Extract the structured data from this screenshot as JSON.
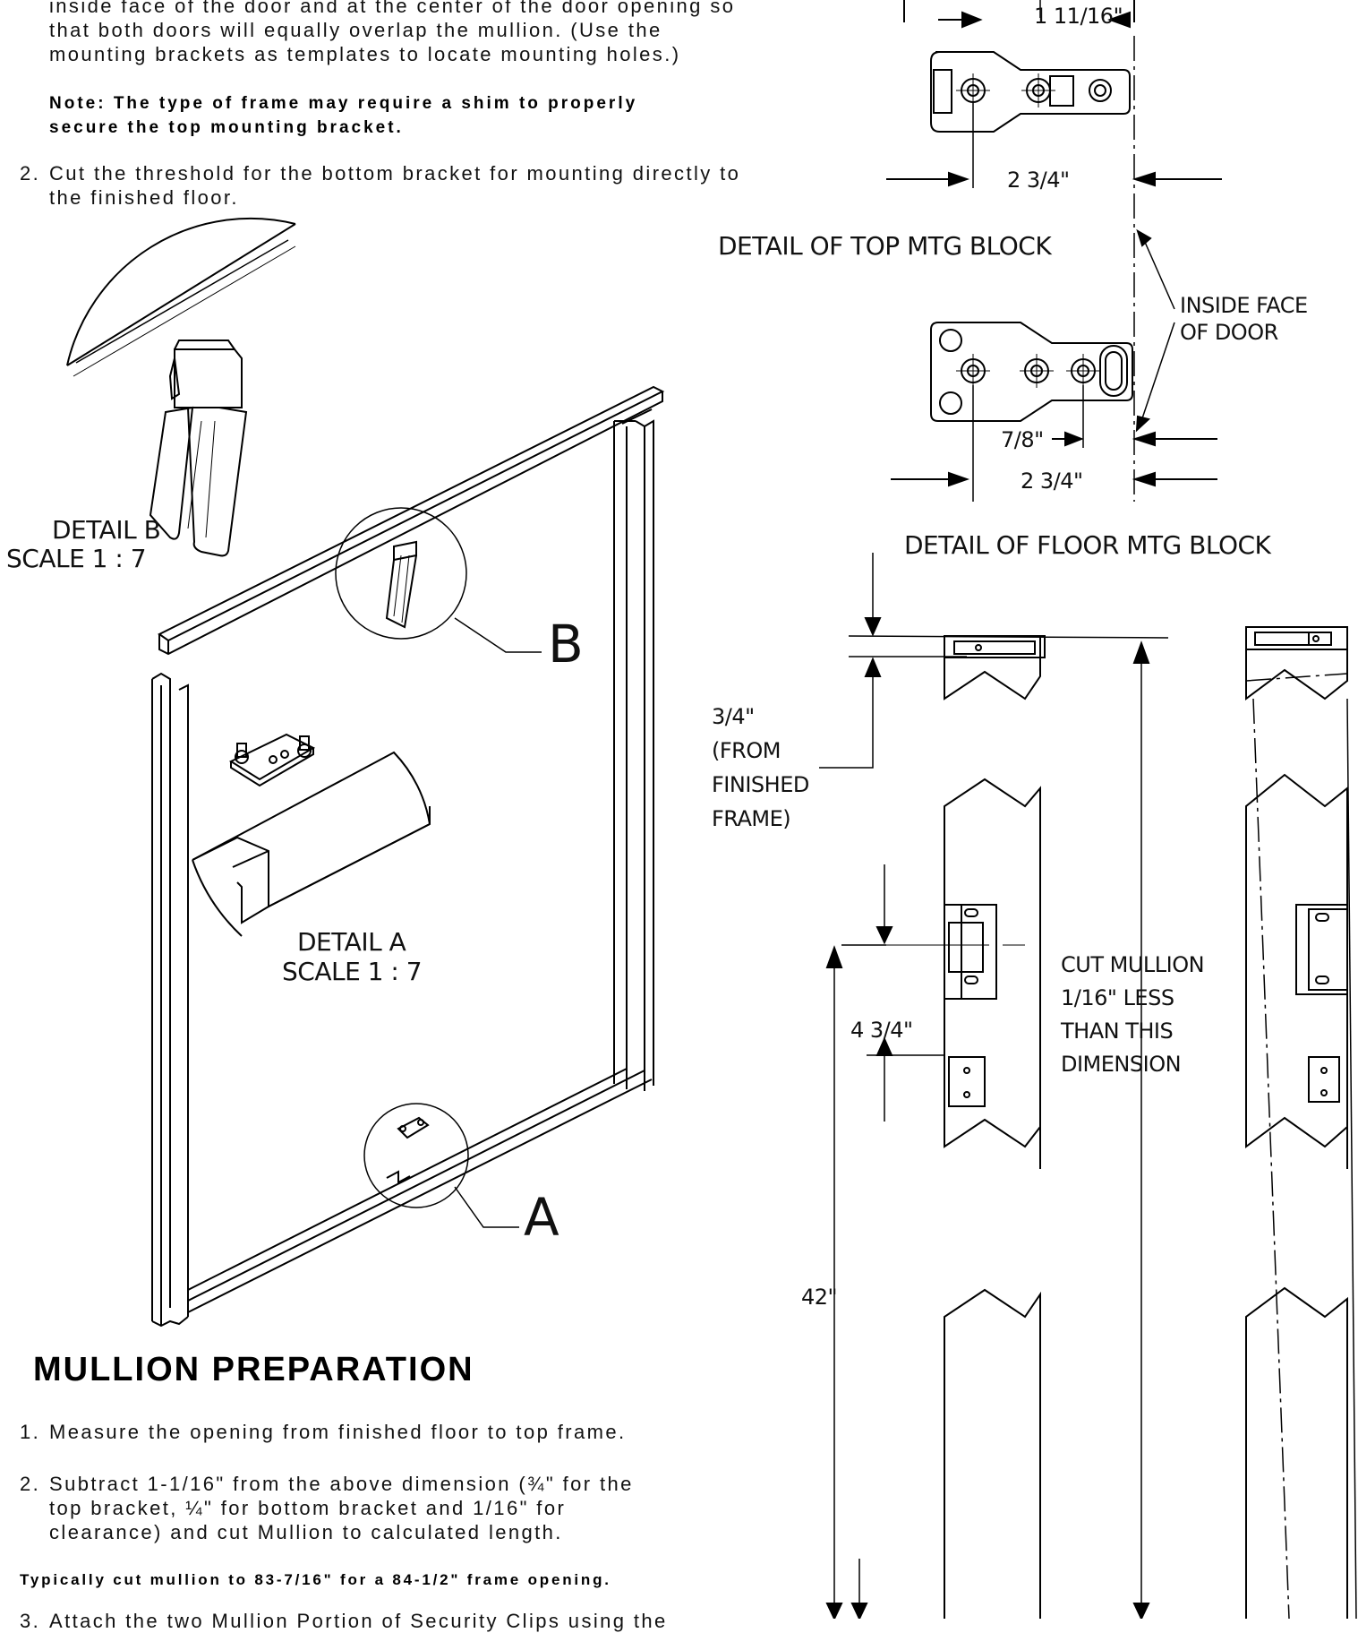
{
  "intro": {
    "line1": "inside face of the door and at the center of the door opening so",
    "line2": "that both doors will equally overlap the mullion. (Use the",
    "line3": "mounting brackets as templates to locate mounting holes.)"
  },
  "note": {
    "line1": "Note: The type of frame may require a shim to properly",
    "line2": "secure the top mounting bracket."
  },
  "step2_top": {
    "number": "2.",
    "line1": "Cut the threshold for the bottom bracket for mounting directly to",
    "line2": "the finished floor."
  },
  "details": {
    "b_title": "DETAIL B",
    "b_scale": "SCALE 1 : 7",
    "a_title": "DETAIL A",
    "a_scale": "SCALE 1 : 7",
    "callout_b": "B",
    "callout_a": "A",
    "top_block_title": "DETAIL OF TOP MTG BLOCK",
    "floor_block_title": "DETAIL OF FLOOR MTG BLOCK",
    "inside_face_1": "INSIDE FACE",
    "inside_face_2": "OF DOOR"
  },
  "dimensions": {
    "top_1_11_16": "1 11/16\"",
    "top_2_3_4": "2 3/4\"",
    "floor_7_8": "7/8\"",
    "floor_2_3_4": "2 3/4\"",
    "three_quarter": "3/4\"",
    "from_1": "(FROM",
    "from_2": "FINISHED",
    "from_3": "FRAME)",
    "four_three_quarter": "4 3/4\"",
    "forty_two": "42\"",
    "cut_1": "CUT MULLION",
    "cut_2": "1/16\" LESS",
    "cut_3": "THAN THIS",
    "cut_4": "DIMENSION"
  },
  "mullion_prep": {
    "heading": "MULLION PREPARATION",
    "step1_num": "1.",
    "step1": "Measure the opening from finished floor to top frame.",
    "step2_num": "2.",
    "step2_line1": "Subtract 1-1/16\" from the above dimension (¾\" for the",
    "step2_line2": "top bracket, ¼\" for bottom bracket and 1/16\" for",
    "step2_line3": "clearance) and cut Mullion to calculated length.",
    "typical": "Typically cut mullion to 83-7/16\" for a 84-1/2\" frame opening.",
    "step3_num": "3.",
    "step3": "Attach the two Mullion Portion of Security Clips using the"
  }
}
